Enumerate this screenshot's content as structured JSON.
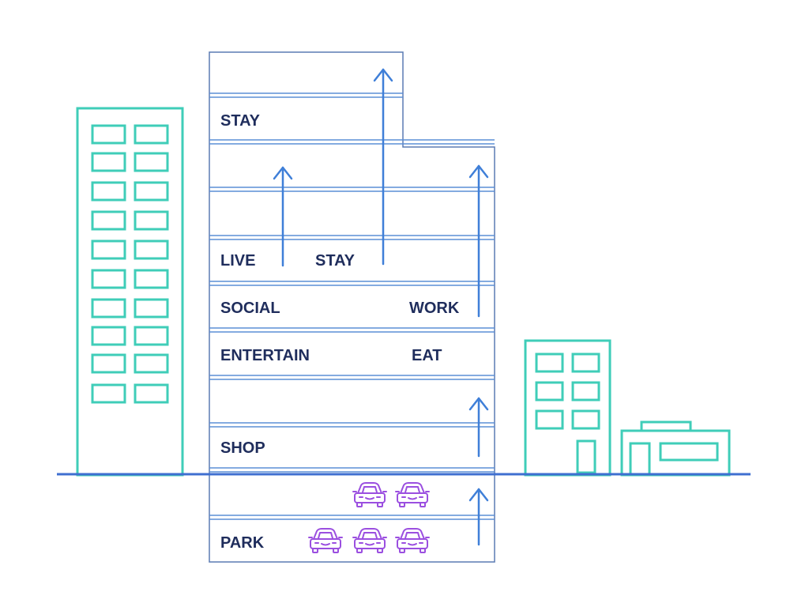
{
  "colors": {
    "building_outline": "#5b7bb3",
    "floor_line": "#5b8fd6",
    "arrow": "#3f7fd8",
    "ground": "#3f6fd0",
    "side_buildings": "#3fcdb8",
    "car": "#9b4fe0",
    "label": "#1f2d5c"
  },
  "labels": {
    "stay_top": "STAY",
    "live": "LIVE",
    "stay_mid": "STAY",
    "social": "SOCIAL",
    "work": "WORK",
    "entertain": "ENTERTAIN",
    "eat": "EAT",
    "shop": "SHOP",
    "park": "PARK"
  },
  "icons": {
    "arrow": "arrow-up-icon",
    "car": "car-icon"
  }
}
